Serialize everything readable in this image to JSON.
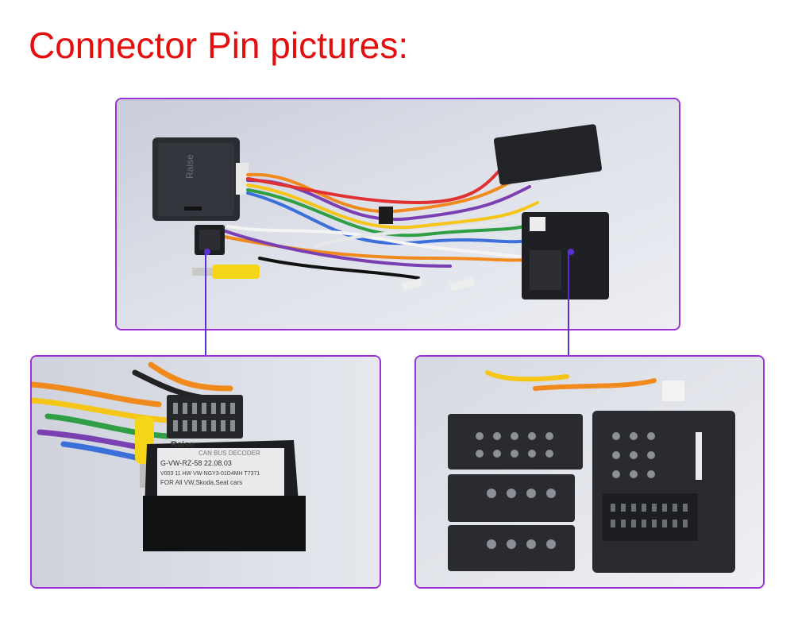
{
  "page": {
    "title": "Connector Pin pictures:"
  },
  "colors": {
    "title": "#e30e0e",
    "frame_border": "#9b30d9",
    "callout": "#5b2fd6"
  },
  "photos": {
    "top": {
      "subject": "wiring-harness-with-decoder-box"
    },
    "left": {
      "box_brand": "Raise",
      "label_line1": "CAN BUS DECODER",
      "label_line2": "G-VW-RZ-58   22.08.03",
      "label_line3": "V003 11 HW VW-NGY3-01D4MH T7371",
      "label_line4": "FOR All VW,Skoda,Seat cars"
    },
    "right": {
      "subject": "quadlock-connector-pins"
    }
  }
}
